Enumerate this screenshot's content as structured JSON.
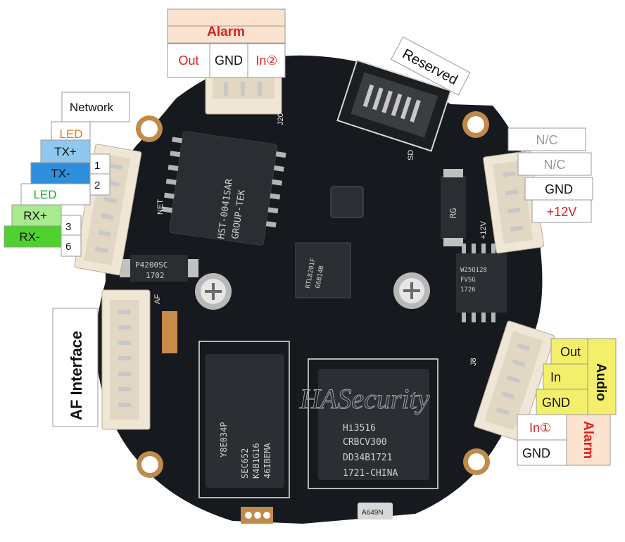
{
  "colors": {
    "board": "#161a1e",
    "connector": "#efe6d6",
    "label_red": "#e0201c",
    "tx_plus": "#8ec8ef",
    "tx_minus": "#2f8fdc",
    "rx_plus": "#a9ea8f",
    "rx_minus": "#4fd12e",
    "audio_bg": "#f4ef6a",
    "alarm_bg": "#fbe3cf",
    "led_orange": "#e07b17",
    "led_green": "#22a82f"
  },
  "alarm_top": {
    "title": "Alarm",
    "pins": [
      "Out",
      "GND",
      "In②"
    ]
  },
  "reserved": {
    "label": "Reserved"
  },
  "network": {
    "title": "Network",
    "rows": [
      {
        "label": "LED",
        "pin": ""
      },
      {
        "label": "TX+",
        "pin": "1"
      },
      {
        "label": "TX-",
        "pin": "2"
      },
      {
        "label": "LED",
        "pin": ""
      },
      {
        "label": "RX+",
        "pin": "3"
      },
      {
        "label": "RX-",
        "pin": "6"
      }
    ]
  },
  "power": {
    "pins": [
      "N/C",
      "N/C",
      "GND",
      "+12V"
    ]
  },
  "af_interface": {
    "label": "AF Interface"
  },
  "audio": {
    "title": "Audio",
    "pins": [
      "Out",
      "In",
      "GND"
    ]
  },
  "alarm_right": {
    "title": "Alarm",
    "pins": [
      "In①",
      "GND"
    ]
  },
  "board": {
    "watermark": "HASecurity",
    "soc_lines": [
      "Hi3516",
      "CRBCV300",
      "DD34B1721",
      "1721-CHINA"
    ],
    "ram_lines": [
      "SEC652",
      "K4B1G16",
      "46IBEMA"
    ],
    "ram_id": "Y8E034P",
    "transformer_lines": [
      "HST-0041SAR",
      "GROUP-TEK"
    ],
    "phy_lines": [
      "RTL8201F",
      "G6B14B"
    ],
    "flash_lines": [
      "W25Q128",
      "FVSG",
      "1726"
    ],
    "diode_label": "P4200SC",
    "diode_code": "1702",
    "rg_label": "RG",
    "crystal_label": "A649N",
    "net_silk": "NET",
    "af_silk": "AF",
    "j20_silk": "J20",
    "j8_silk": "J8",
    "sd_silk": "SD",
    "v12_silk": "+12V"
  }
}
